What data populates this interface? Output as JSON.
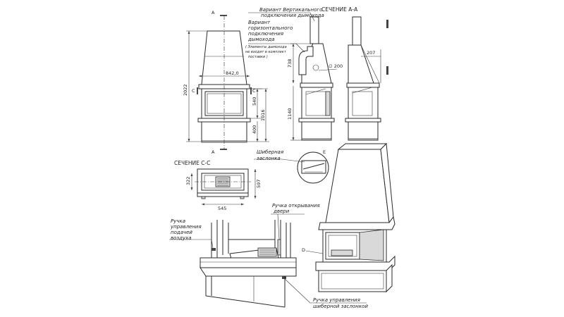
{
  "labels": {
    "vertical_flue_1": "Вариант Вертикального",
    "vertical_flue_2": "подключения дымохода",
    "horizontal_flue_1": "Вариант",
    "horizontal_flue_2": "горизонтального",
    "horizontal_flue_3": "подключения",
    "horizontal_flue_4": "дымохода",
    "note_1": "( Элементы дымохода",
    "note_2": "не входят в комплект",
    "note_3": "поставки )",
    "damper_1": "Шиберная",
    "damper_2": "заслонка",
    "door_handle_1": "Ручка открывания",
    "door_handle_2": "двери",
    "air_handle_1": "Ручка",
    "air_handle_2": "управления",
    "air_handle_3": "подачей",
    "air_handle_4": "воздуха",
    "damper_handle_1": "Ручка управления",
    "damper_handle_2": "шиберной заслонкой"
  },
  "sections": {
    "aa": "СЕЧЕНИЕ А-А",
    "cc": "СЕЧЕНИЕ С-С"
  },
  "markers": {
    "a_top": "А",
    "a_bottom": "А",
    "c_left": "С",
    "c_right": "С",
    "e": "Е",
    "d": "D"
  },
  "dimensions": {
    "width_total": "842,0",
    "height_total": "2022",
    "d_540": "540",
    "d_1016": "1016",
    "d_400": "400",
    "d_738": "738",
    "d_1140": "1140",
    "d_207": "207",
    "pipe_dia": "∅ 200",
    "d_322": "322",
    "d_597": "597",
    "d_545": "545"
  }
}
